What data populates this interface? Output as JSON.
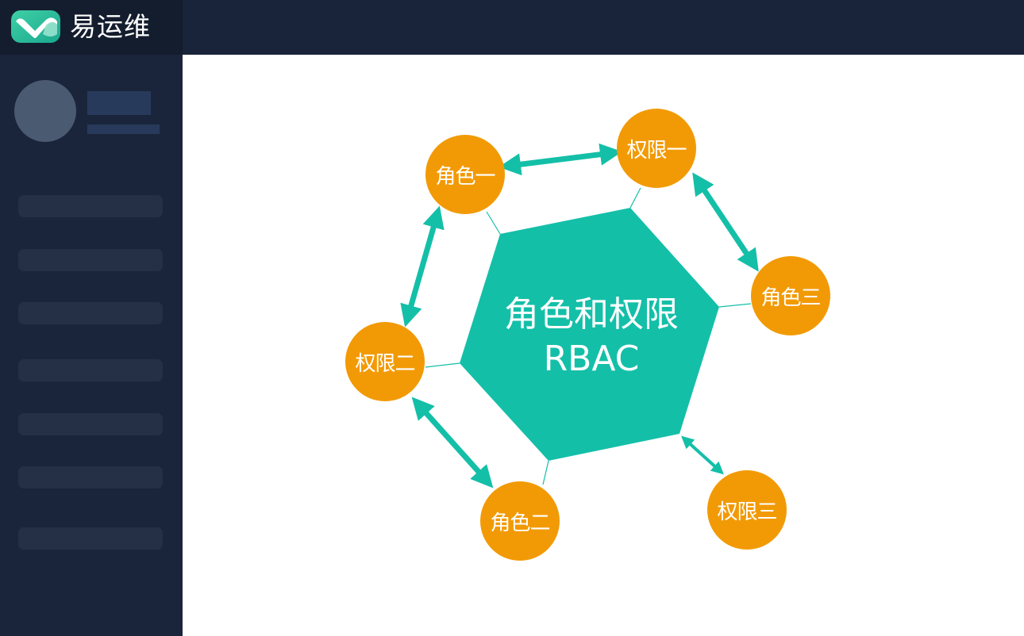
{
  "header": {
    "app_name": "易运维",
    "logo_icon": "v-check-logo-icon",
    "colors": {
      "topbar": "#19233a",
      "logo_bg": "#141d2e",
      "logo_green": "#2bbf9a"
    }
  },
  "sidebar": {
    "avatar": "user-avatar-placeholder",
    "menu_items": [
      {
        "label": ""
      },
      {
        "label": ""
      },
      {
        "label": ""
      },
      {
        "label": ""
      },
      {
        "label": ""
      },
      {
        "label": ""
      },
      {
        "label": ""
      }
    ]
  },
  "diagram": {
    "center": {
      "line1": "角色和权限",
      "line2": "RBAC",
      "color": "#14bfa8"
    },
    "nodes": [
      {
        "id": "role1",
        "label": "角色一",
        "color": "#f29a05"
      },
      {
        "id": "perm1",
        "label": "权限一",
        "color": "#f29a05"
      },
      {
        "id": "role3",
        "label": "角色三",
        "color": "#f29a05"
      },
      {
        "id": "perm3",
        "label": "权限三",
        "color": "#f29a05"
      },
      {
        "id": "role2",
        "label": "角色二",
        "color": "#f29a05"
      },
      {
        "id": "perm2",
        "label": "权限二",
        "color": "#f29a05"
      }
    ],
    "arrows": [
      {
        "from": "角色一",
        "to": "权限一",
        "type": "bidirectional"
      },
      {
        "from": "权限一",
        "to": "角色三",
        "type": "bidirectional"
      },
      {
        "from": "RBAC",
        "to": "权限三",
        "type": "bidirectional"
      },
      {
        "from": "权限二",
        "to": "角色二",
        "type": "bidirectional"
      },
      {
        "from": "角色一",
        "to": "权限二",
        "type": "bidirectional"
      }
    ]
  }
}
